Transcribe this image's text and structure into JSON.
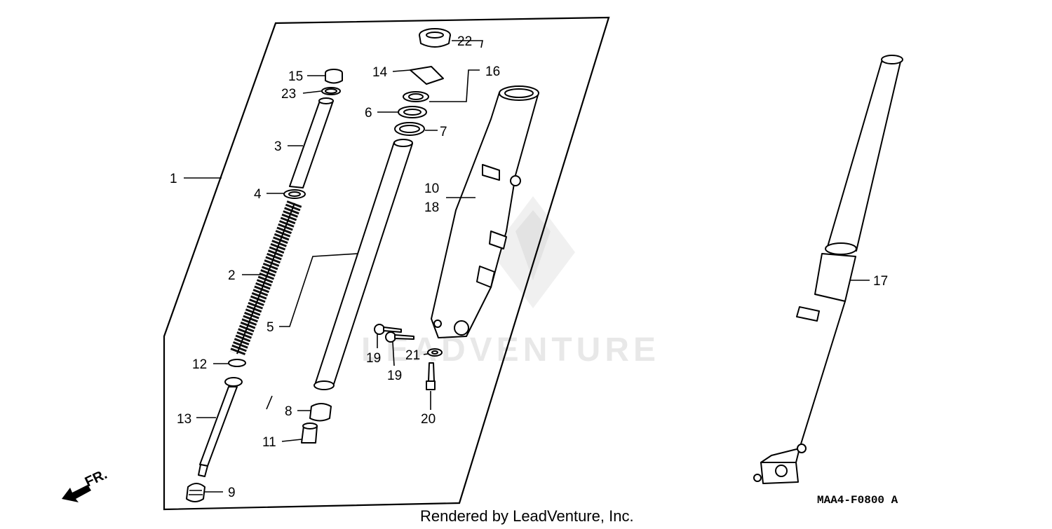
{
  "diagram": {
    "callouts": {
      "c1": "1",
      "c2": "2",
      "c3": "3",
      "c4": "4",
      "c5": "5",
      "c6": "6",
      "c7": "7",
      "c8": "8",
      "c9": "9",
      "c10": "10",
      "c11": "11",
      "c12": "12",
      "c13": "13",
      "c14": "14",
      "c15": "15",
      "c16": "16",
      "c17": "17",
      "c18": "18",
      "c19a": "19",
      "c19b": "19",
      "c20": "20",
      "c21": "21",
      "c22": "22",
      "c23": "23"
    },
    "direction_label": "FR.",
    "diagram_code": "MAA4-F0800 A",
    "watermark": "LEADVENTURE",
    "footer": "Rendered by LeadVenture, Inc."
  }
}
